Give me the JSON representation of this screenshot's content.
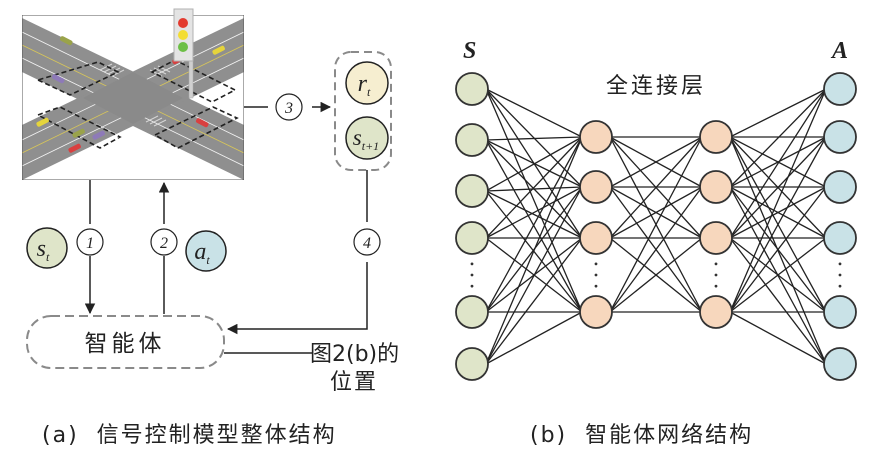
{
  "panel_a": {
    "caption": "(a)  信号控制模型整体结构",
    "agent_label": "智能体",
    "side_note_line1": "图2(b)的",
    "side_note_line2": "位置",
    "steps": {
      "step1": "①",
      "step2": "②",
      "step3": "③",
      "step4": "④"
    },
    "state_t": {
      "base": "s",
      "sub": "t"
    },
    "action_t": {
      "base": "a",
      "sub": "t"
    },
    "reward_t": {
      "base": "r",
      "sub": "t"
    },
    "state_next": {
      "base": "s",
      "sub": "t+1"
    },
    "intersection_image": "traffic-intersection-with-signal-light"
  },
  "panel_b": {
    "caption": "(b)  智能体网络结构",
    "input_label": "S",
    "output_label": "A",
    "hidden_label": "全连接层",
    "layers": [
      {
        "name": "input",
        "nodes_shown": 6,
        "ellipsis_after": 4
      },
      {
        "name": "hidden1",
        "nodes_shown": 4,
        "ellipsis_after": 3
      },
      {
        "name": "hidden2",
        "nodes_shown": 4,
        "ellipsis_after": 3
      },
      {
        "name": "output",
        "nodes_shown": 6,
        "ellipsis_after": 4
      }
    ]
  },
  "colors": {
    "state": "#dfe5c9",
    "reward": "#f6eed0",
    "action": "#c9e2e7",
    "hidden": "#f7d7bd",
    "road": "#8f8f8f",
    "dashed": "#8a8a8a",
    "line": "#222222"
  }
}
